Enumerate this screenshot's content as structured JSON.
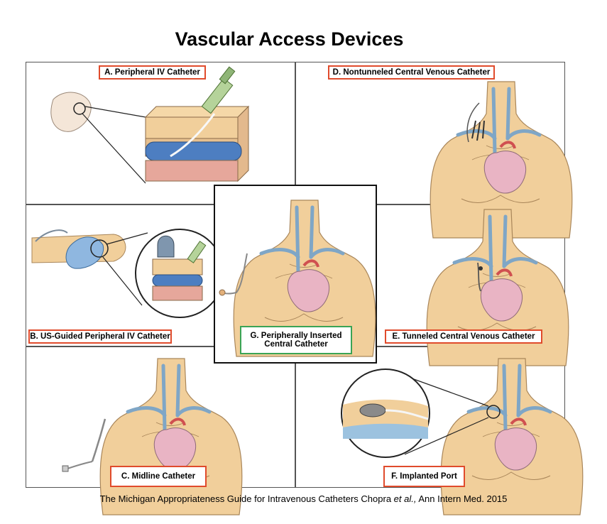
{
  "title": "Vascular Access Devices",
  "panels": {
    "a": "A. Peripheral IV Catheter",
    "b": "B. US-Guided Peripheral IV Catheter",
    "c": "C. Midline Catheter",
    "d": "D. Nontunneled Central Venous Catheter",
    "e": "E. Tunneled Central Venous Catheter",
    "f": "F. Implanted Port",
    "g_line1": "G. Peripherally Inserted",
    "g_line2": "Central Catheter"
  },
  "caption": {
    "main": "The Michigan Appropriateness Guide for Intravenous Catheters Chopra ",
    "italic": "et al.,",
    "tail": " Ann Intern Med. 2015"
  },
  "colors": {
    "label_border": "#e04b2c",
    "center_label_border": "#3aa455",
    "skin": "#f1cf9b",
    "vein": "#7fa6c6",
    "heart": "#e9b4c4"
  }
}
